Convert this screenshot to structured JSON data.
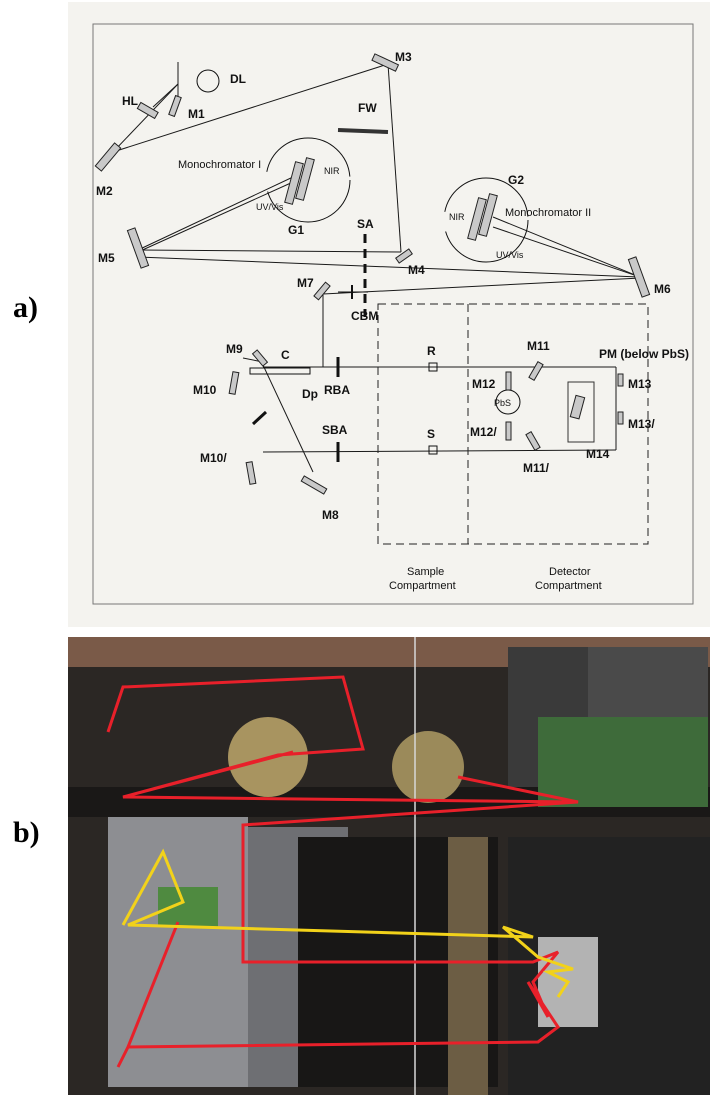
{
  "panels": {
    "a": "a)",
    "b": "b)"
  },
  "diagram": {
    "labels": {
      "DL": "DL",
      "HL": "HL",
      "M1": "M1",
      "M2": "M2",
      "M3": "M3",
      "FW": "FW",
      "mono1": "Monochromator I",
      "NIR1": "NIR",
      "UVVis1": "UV/Vis",
      "G1": "G1",
      "G2": "G2",
      "NIR2": "NIR",
      "mono2": "Monochromator II",
      "UVVis2": "UV/Vis",
      "SA": "SA",
      "M4": "M4",
      "M5": "M5",
      "M6": "M6",
      "M7": "M7",
      "CBM": "CBM",
      "M9": "M9",
      "C": "C",
      "M10": "M10",
      "Dp": "Dp",
      "RBA": "RBA",
      "R": "R",
      "M11": "M11",
      "PM": "PM (below PbS)",
      "M12": "M12",
      "M13": "M13",
      "PbS": "PbS",
      "M12p": "M12/",
      "M13p": "M13/",
      "M14": "M14",
      "M10p": "M10/",
      "SBA": "SBA",
      "S": "S",
      "M11p": "M11/",
      "M8": "M8",
      "sample1": "Sample",
      "sample2": "Compartment",
      "detector1": "Detector",
      "detector2": "Compartment"
    }
  },
  "colors": {
    "beam_red": "#e8202a",
    "beam_yellow": "#f2d21a",
    "line": "#1a1a1a"
  }
}
